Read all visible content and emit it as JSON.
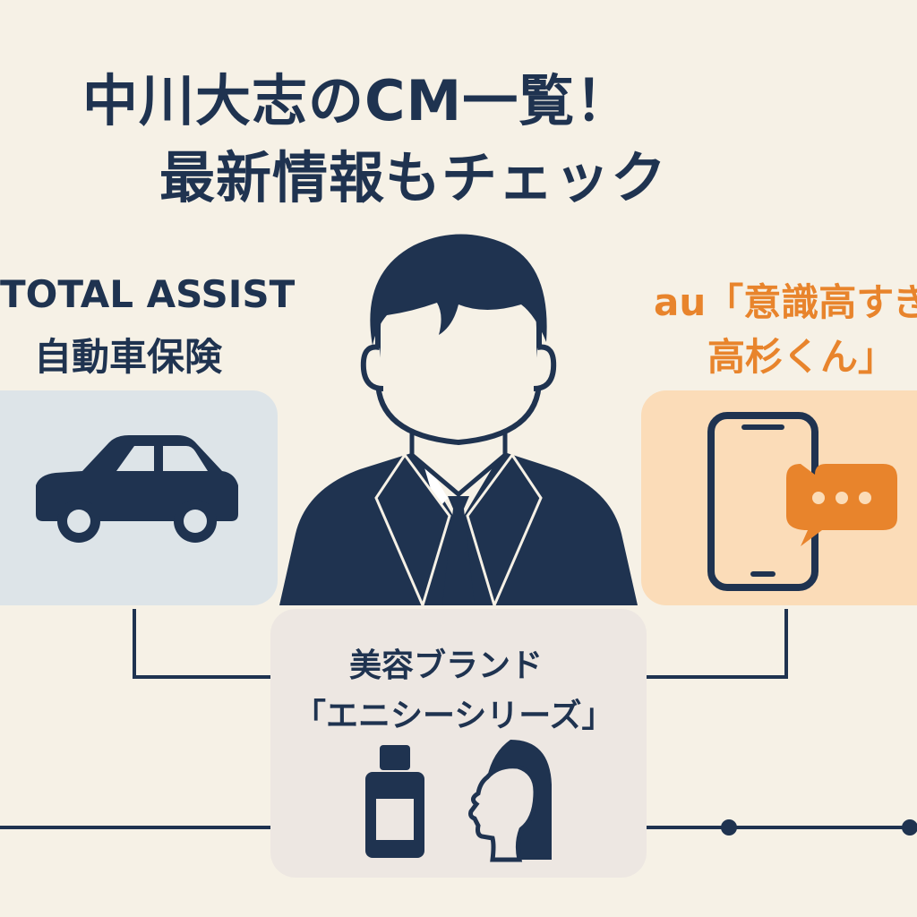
{
  "title": {
    "line1": "中川大志のCM一覧！",
    "line2": "最新情報もチェック"
  },
  "left_ad": {
    "line1": "TOTAL ASSIST",
    "line2": "自動車保険",
    "icon": "car-icon"
  },
  "right_ad": {
    "line1": "au「意識高すぎ",
    "line2": "高杉くん」",
    "icon": "smartphone-chat-icon"
  },
  "center_ad": {
    "line1": "美容ブランド",
    "line2": "「エニシーシリーズ」",
    "icons": [
      "bottle-icon",
      "woman-profile-icon"
    ]
  },
  "colors": {
    "background": "#f6f1e6",
    "navy": "#1f3350",
    "orange": "#e8842c",
    "card_left": "#dde4e8",
    "card_right": "#fbdcb8",
    "card_center": "#ede7e2"
  }
}
